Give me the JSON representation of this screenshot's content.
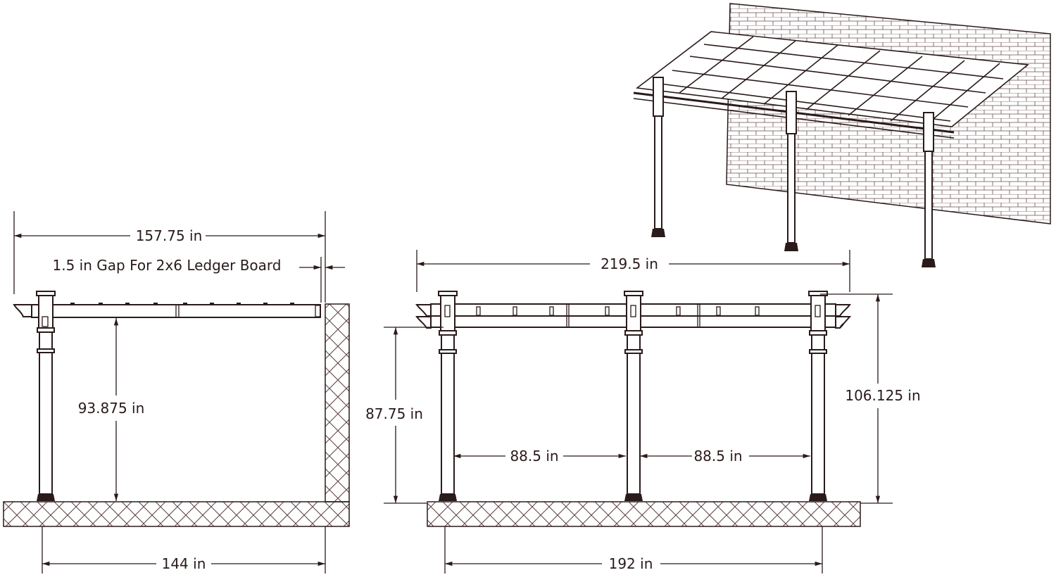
{
  "diagram": {
    "side_view": {
      "overall_width": "157.75 in",
      "gap_note": "1.5 in Gap For 2x6 Ledger Board",
      "height": "93.875 in",
      "post_to_wall": "144 in"
    },
    "front_view": {
      "overall_width": "219.5 in",
      "clear_height": "87.75 in",
      "total_height": "106.125 in",
      "post_spacing": [
        "88.5 in",
        "88.5 in"
      ],
      "post_span": "192 in"
    },
    "colors": {
      "line": "#2a1a1a",
      "background": "#ffffff"
    }
  }
}
